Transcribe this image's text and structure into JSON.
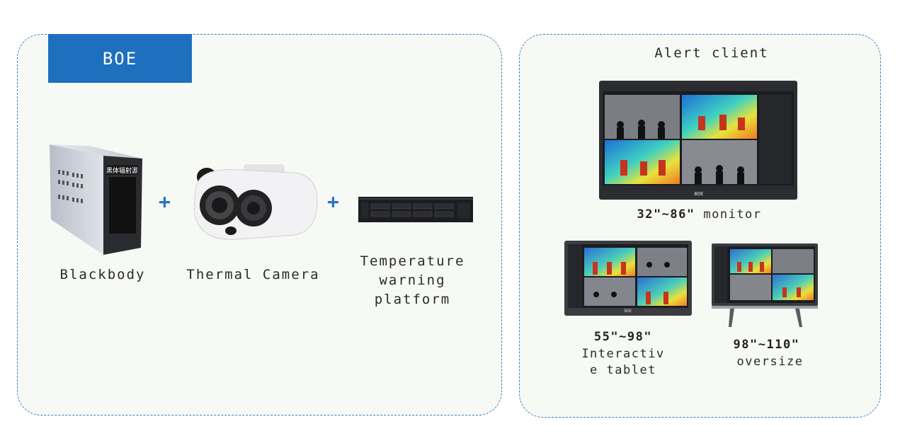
{
  "brand": {
    "logo_text": "BOE"
  },
  "equipment": {
    "blackbody": {
      "label": "Blackbody",
      "device_text": "黑体辐射源"
    },
    "camera": {
      "label": "Thermal Camera"
    },
    "platform": {
      "label_lines": [
        "Temperature",
        "warning",
        "platform"
      ]
    },
    "plus_symbol": "+"
  },
  "alert_client": {
    "title": "Alert client",
    "monitor": {
      "size": "32\"~86\"",
      "desc": "monitor",
      "screen_logo": "BOE"
    },
    "tablet": {
      "size": "55\"~98\"",
      "desc_lines": [
        "Interactiv",
        "e tablet"
      ],
      "screen_logo": "BOE"
    },
    "oversize": {
      "size": "98\"~110\"",
      "desc": "oversize"
    }
  },
  "colors": {
    "accent": "#1f6fbf",
    "border": "#3a7fc1",
    "panel_bg": "#f6f9f4",
    "plus": "#2a72c4"
  }
}
